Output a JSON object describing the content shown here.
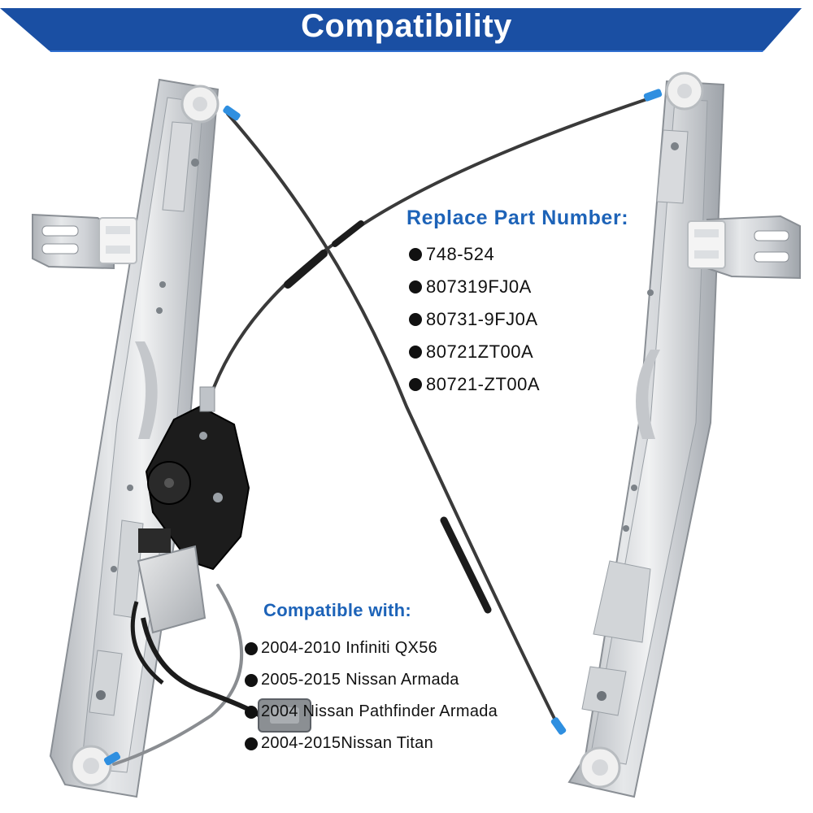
{
  "banner": {
    "title": "Compatibility",
    "color": "#1a4fa3",
    "accent": "#2f6fd0"
  },
  "replace_part": {
    "heading": "Replace Part Number:",
    "items": [
      "748-524",
      "807319FJ0A",
      "80731-9FJ0A",
      "80721ZT00A",
      "80721-ZT00A"
    ]
  },
  "compatible": {
    "heading": "Compatible with:",
    "items": [
      "2004-2010 Infiniti QX56",
      "2005-2015 Nissan Armada",
      "2004 Nissan Pathfinder Armada",
      "2004-2015Nissan Titan"
    ]
  },
  "colors": {
    "heading_text": "#1d63b8",
    "body_text": "#111111",
    "rail_metal": "#c9ccd0",
    "cable": "#3a3a3a",
    "motor_housing": "#1c1c1c",
    "cable_clip": "#2f8fe0"
  },
  "icons": [
    "window-regulator-image",
    "bullet-dot-icon"
  ]
}
